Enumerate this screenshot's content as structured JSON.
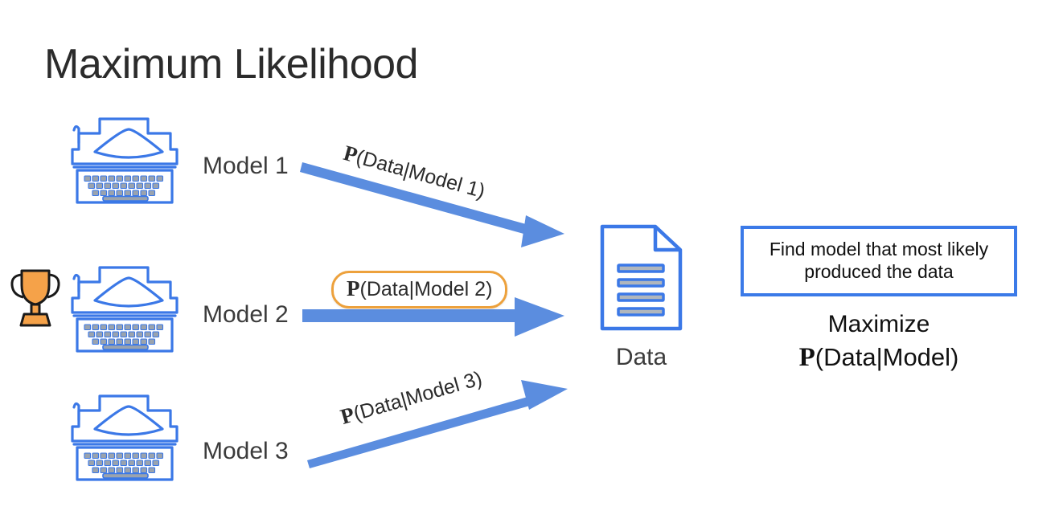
{
  "slide": {
    "title": "Maximum Likelihood",
    "background_color": "#ffffff"
  },
  "colors": {
    "arrow_blue": "#5b8ddf",
    "icon_blue": "#3b78e7",
    "highlight_orange": "#eda13c",
    "trophy_orange": "#f5a249",
    "box_border_blue": "#3b7ae8",
    "text_dark": "#3c3c3c"
  },
  "models": [
    {
      "id": "model-1",
      "label": "Model 1",
      "icon": "typewriter-icon",
      "probability_prefix": "P",
      "probability_text": "(Data|Model 1)",
      "arrow": {
        "name": "arrow-model-1-to-data",
        "direction": "down-right",
        "thickness": "thin",
        "winner": false
      }
    },
    {
      "id": "model-2",
      "label": "Model 2",
      "icon": "typewriter-icon",
      "probability_prefix": "P",
      "probability_text": "(Data|Model 2)",
      "highlighted": true,
      "badge": "trophy-icon",
      "arrow": {
        "name": "arrow-model-2-to-data",
        "direction": "right",
        "thickness": "thick",
        "winner": true
      }
    },
    {
      "id": "model-3",
      "label": "Model 3",
      "icon": "typewriter-icon",
      "probability_prefix": "P",
      "probability_text": "(Data|Model 3)",
      "arrow": {
        "name": "arrow-model-3-to-data",
        "direction": "up-right",
        "thickness": "thin",
        "winner": false
      }
    }
  ],
  "data_node": {
    "label": "Data",
    "icon": "document-icon",
    "line_count": 4
  },
  "callout": {
    "line1": "Find model that most likely",
    "line2": "produced the data"
  },
  "summary": {
    "heading": "Maximize",
    "formula_prefix": "P",
    "formula_text": "(Data|Model)"
  }
}
